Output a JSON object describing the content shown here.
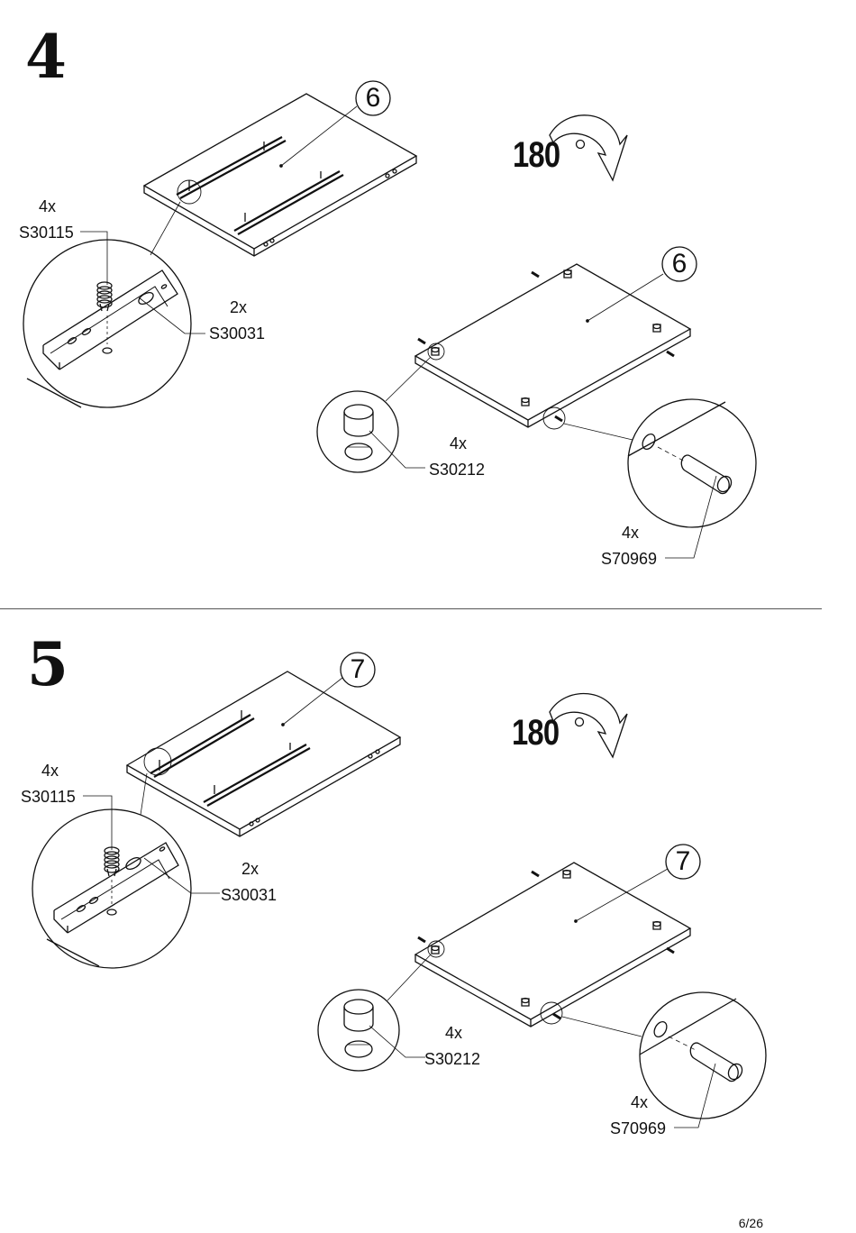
{
  "steps": [
    {
      "number": "4",
      "panel_balloon": "6",
      "flipped_balloon": "6",
      "rotation_label": "180",
      "parts": {
        "screw": {
          "qty": "4x",
          "code": "S30115"
        },
        "rail": {
          "qty": "2x",
          "code": "S30031"
        },
        "cam": {
          "qty": "4x",
          "code": "S30212"
        },
        "dowel": {
          "qty": "4x",
          "code": "S70969"
        }
      }
    },
    {
      "number": "5",
      "panel_balloon": "7",
      "flipped_balloon": "7",
      "rotation_label": "180",
      "parts": {
        "screw": {
          "qty": "4x",
          "code": "S30115"
        },
        "rail": {
          "qty": "2x",
          "code": "S30031"
        },
        "cam": {
          "qty": "4x",
          "code": "S30212"
        },
        "dowel": {
          "qty": "4x",
          "code": "S70969"
        }
      }
    }
  ],
  "footer": {
    "page": "6/26"
  }
}
